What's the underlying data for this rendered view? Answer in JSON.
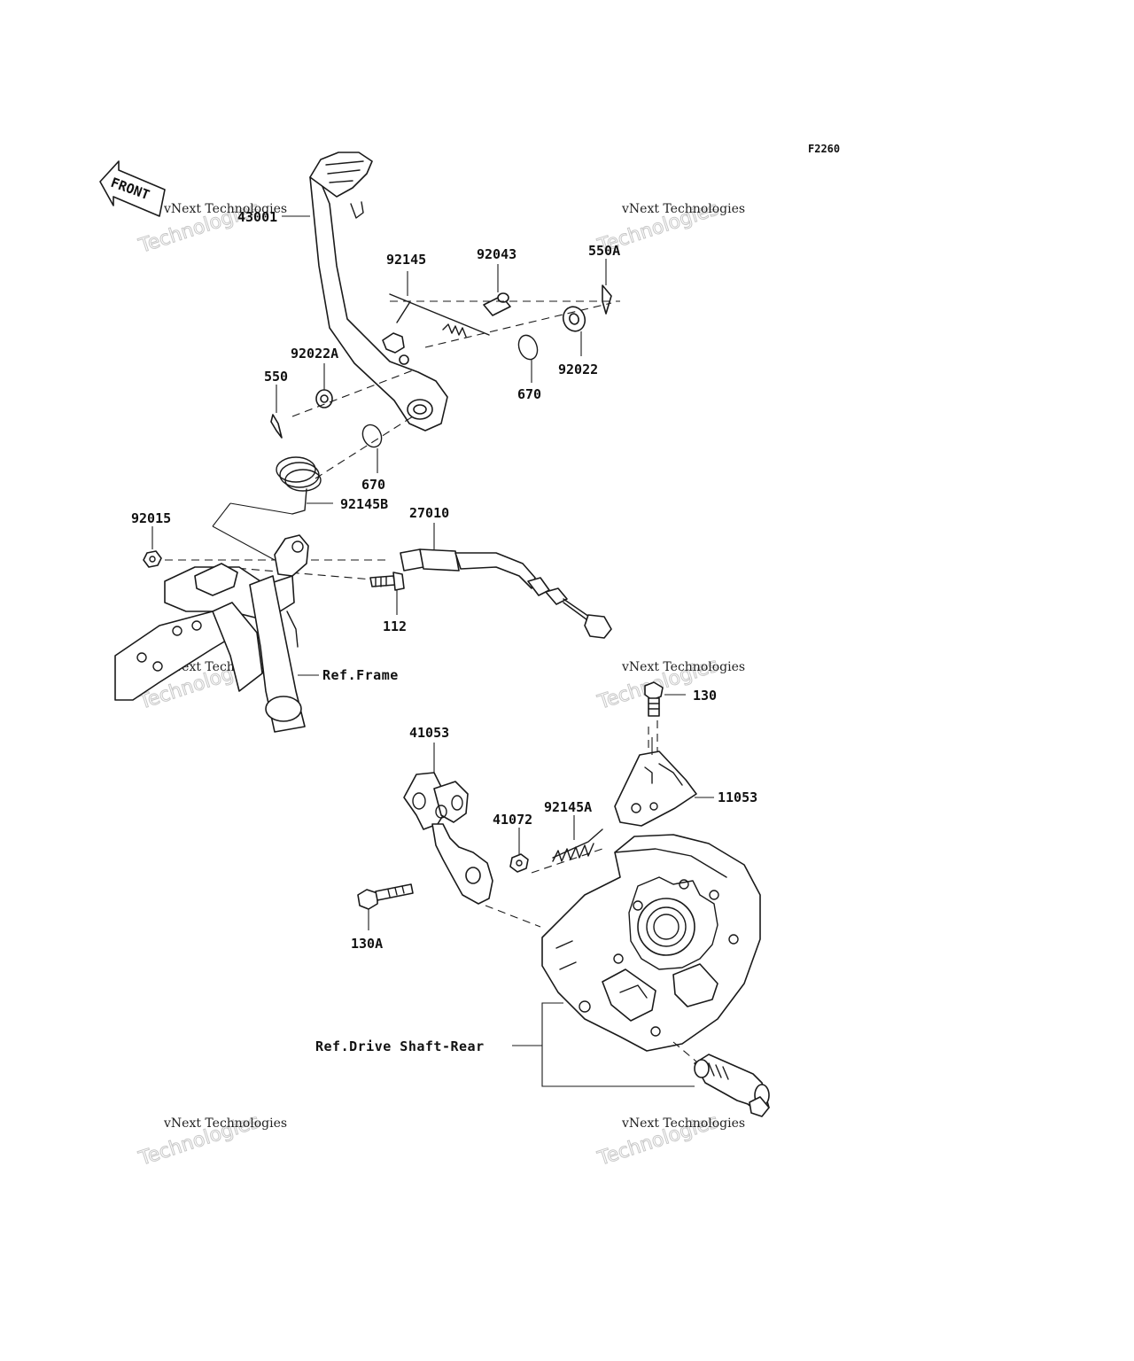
{
  "diagram_code": "F2260",
  "front_arrow_text": "FRONT",
  "watermark": {
    "line1": "vNext Technologies",
    "line2": "vNext Technologies"
  },
  "labels": {
    "p43001": "43001",
    "p92145": "92145",
    "p92043": "92043",
    "p550A": "550A",
    "p92022A": "92022A",
    "p550": "550",
    "p670a": "670",
    "p92022": "92022",
    "p670b": "670",
    "p92145B": "92145B",
    "p92015": "92015",
    "p27010": "27010",
    "p112": "112",
    "p130": "130",
    "p41053": "41053",
    "p11053": "11053",
    "p41072": "41072",
    "p92145A": "92145A",
    "p130A": "130A"
  },
  "references": {
    "frame": "Ref.Frame",
    "drive_shaft": "Ref.Drive Shaft-Rear"
  }
}
